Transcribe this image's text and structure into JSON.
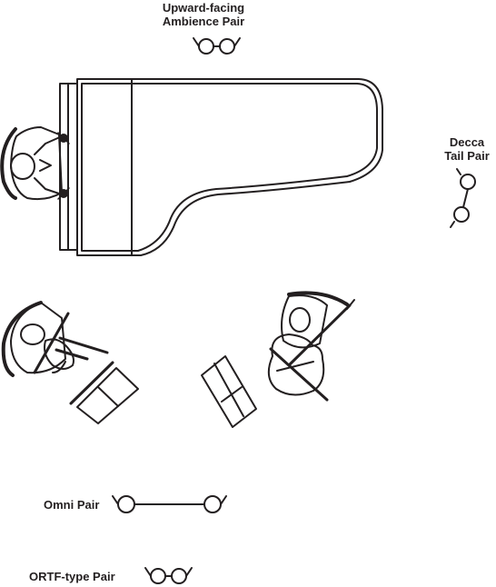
{
  "labels": {
    "ambience_line1": "Upward-facing",
    "ambience_line2": "Ambience Pair",
    "decca_line1": "Decca",
    "decca_line2": "Tail Pair",
    "omni": "Omni Pair",
    "ortf": "ORTF-type Pair"
  },
  "colors": {
    "ink": "#231f20",
    "paper": "#ffffff"
  },
  "elements": {
    "piano": "grand-piano",
    "pianist": "pianist-figure",
    "violinist": "violinist-figure",
    "cellist": "cellist-figure",
    "music_stand_left": "music-stand",
    "music_stand_right": "music-stand"
  }
}
